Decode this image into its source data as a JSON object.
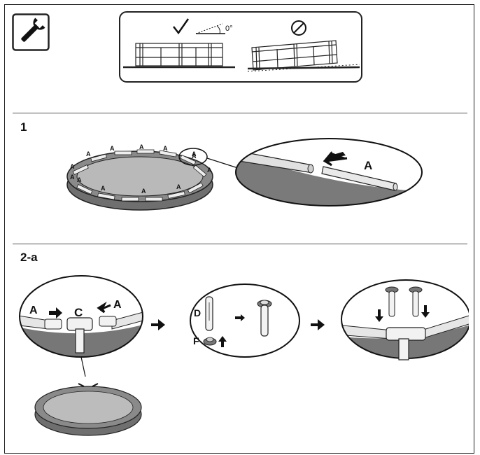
{
  "header": {
    "tool_icon": "wrench-icon",
    "level_angle": "0°",
    "ok_icon": "checkmark-icon",
    "not_ok_icon": "prohibited-icon"
  },
  "steps": {
    "step1": {
      "number": "1",
      "rail_labels": [
        "A",
        "A",
        "A",
        "A",
        "A",
        "A",
        "A",
        "A",
        "A",
        "A",
        "A",
        "A",
        "A"
      ],
      "zoom_label": "A"
    },
    "step2a": {
      "number": "2-a",
      "left_callout": {
        "label_left": "A",
        "label_center": "C",
        "label_right": "A"
      },
      "middle_callout": {
        "label_pin": "D",
        "label_cap": "F"
      }
    }
  },
  "colors": {
    "ink": "#222222",
    "pool_gray": "#8a8a8a",
    "pool_dark": "#6f6f6f",
    "pipe_light": "#e9e9e9"
  }
}
